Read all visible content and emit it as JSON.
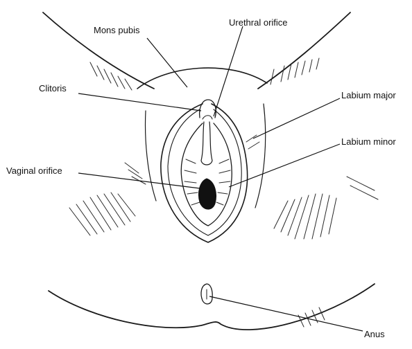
{
  "labels": {
    "mons_pubis": "Mons pubis",
    "urethral_orifice": "Urethral orifice",
    "clitoris": "Clitoris",
    "labium_major": "Labium major",
    "labium_minor": "Labium minor",
    "vaginal_orifice": "Vaginal orifice",
    "anus": "Anus"
  }
}
